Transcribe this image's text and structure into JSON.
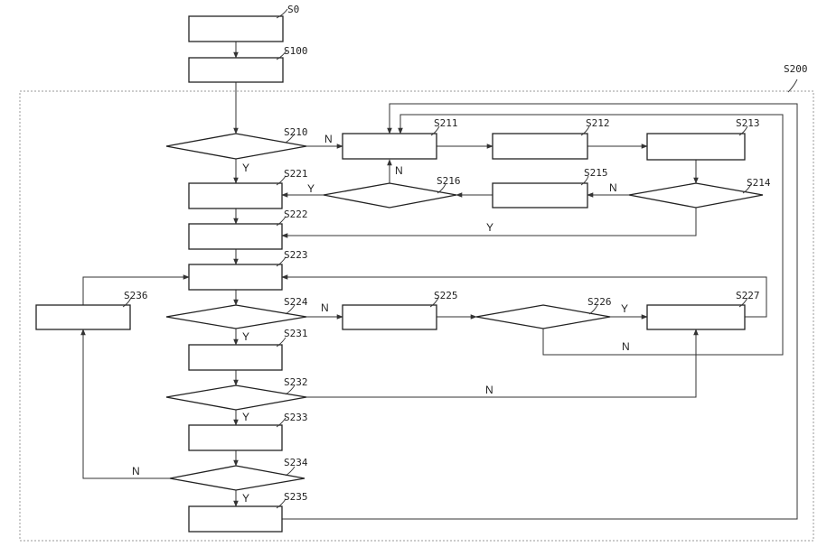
{
  "steps": {
    "s0": "S0",
    "s100": "S100",
    "s200": "S200",
    "s210": "S210",
    "s211": "S211",
    "s212": "S212",
    "s213": "S213",
    "s214": "S214",
    "s215": "S215",
    "s216": "S216",
    "s221": "S221",
    "s222": "S222",
    "s223": "S223",
    "s224": "S224",
    "s225": "S225",
    "s226": "S226",
    "s227": "S227",
    "s231": "S231",
    "s232": "S232",
    "s233": "S233",
    "s234": "S234",
    "s235": "S235",
    "s236": "S236"
  },
  "branches": {
    "yes": "Y",
    "no": "N"
  },
  "colors": {
    "stroke": "#222222",
    "frame": "#999999"
  }
}
